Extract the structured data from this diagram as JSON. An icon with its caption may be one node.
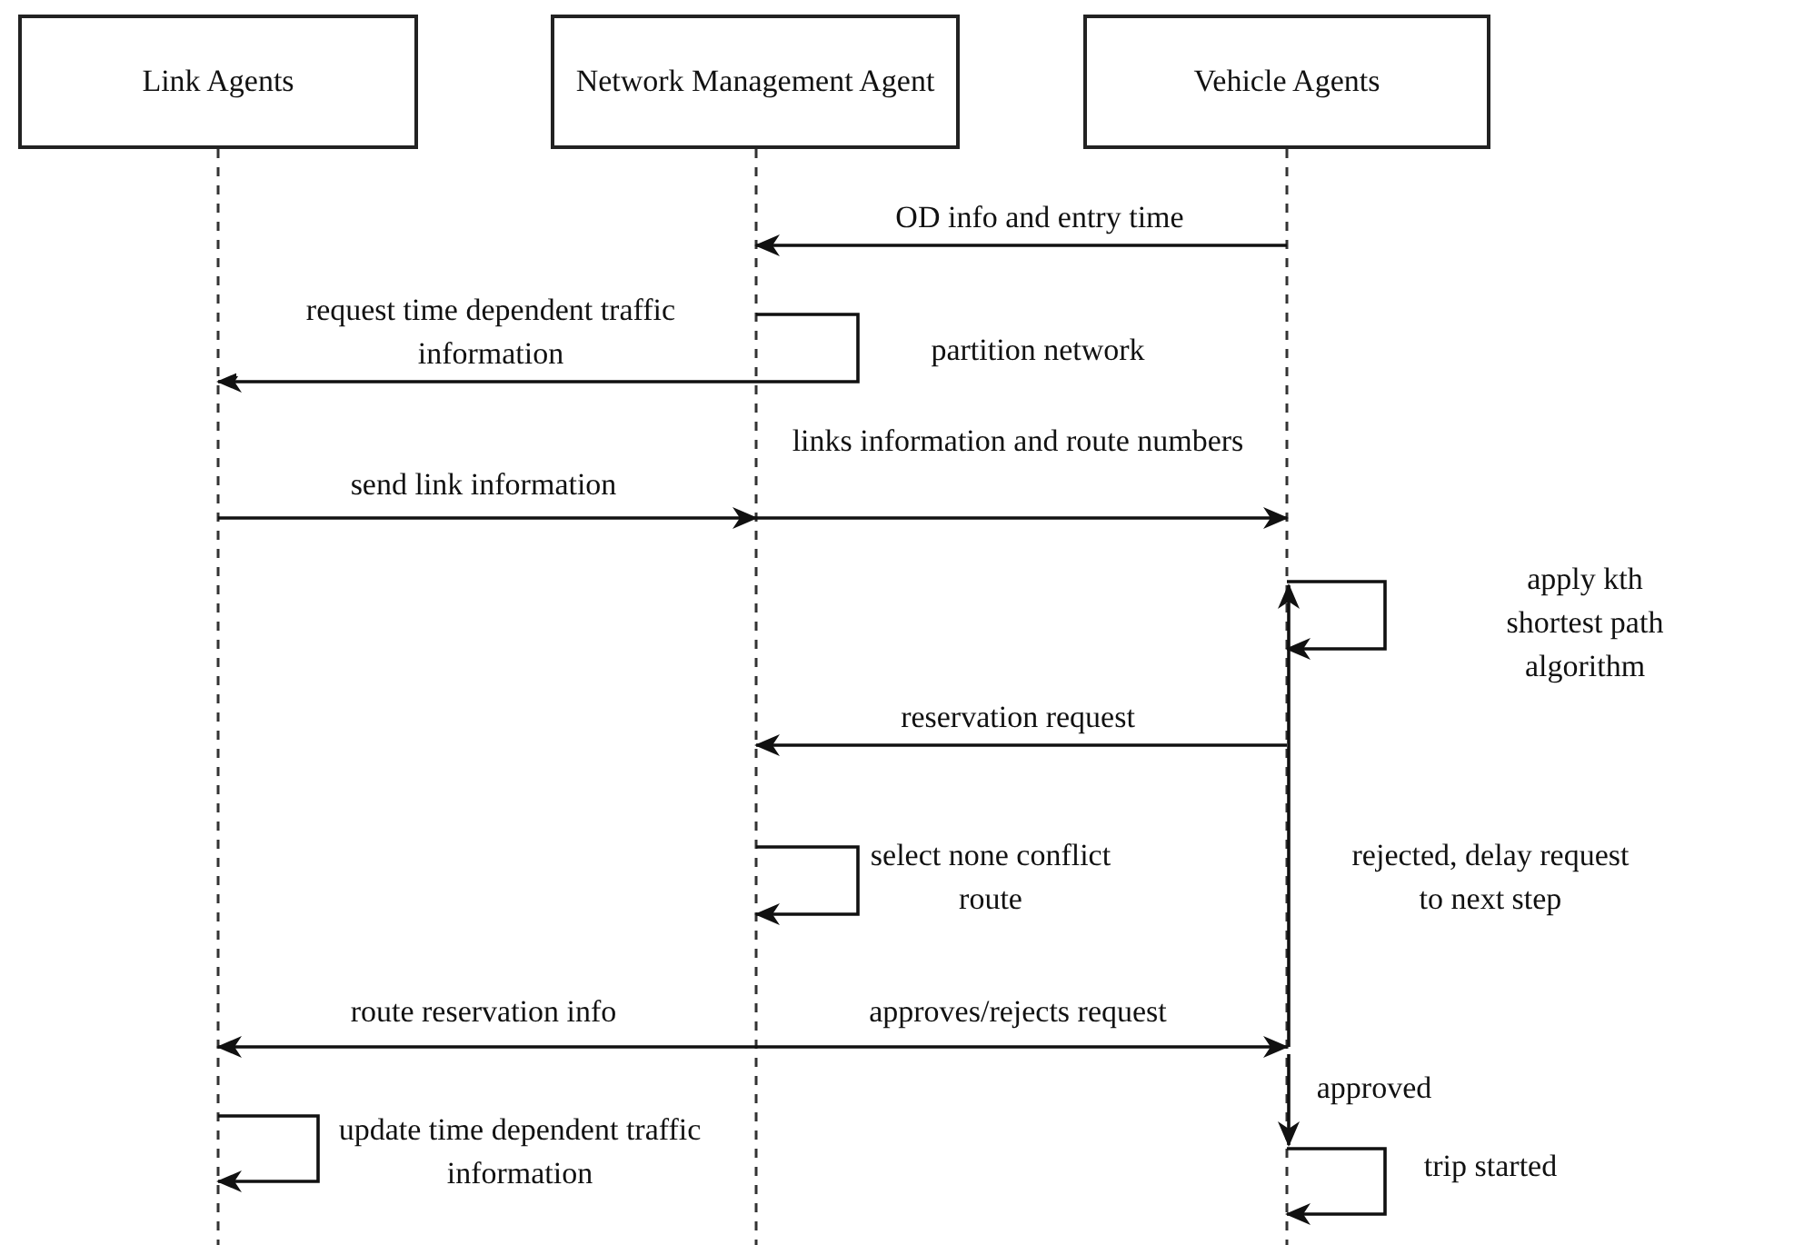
{
  "diagram": {
    "nodes": [
      {
        "text": [
          "Link Agents"
        ]
      },
      {
        "text": [
          "Network Management Agent"
        ]
      },
      {
        "text": [
          "Vehicle Agents"
        ]
      }
    ],
    "edges": [
      {
        "from": 2,
        "to": 1,
        "arrow": "to",
        "label": "OD info and entry time"
      },
      {
        "from": 1,
        "to": 0,
        "arrow": "to",
        "label": "request time dependent traffic information"
      },
      {
        "from": 0,
        "to": 1,
        "arrow": "to",
        "label": "send link information"
      },
      {
        "from": 1,
        "to": 2,
        "arrow": "to",
        "label": "links information and route numbers"
      },
      {
        "from": 2,
        "to": 2,
        "arrow": "to",
        "label": "apply kth shortest path algorithm"
      },
      {
        "from": 2,
        "to": 1,
        "arrow": "to",
        "label": "reservation request"
      },
      {
        "from": 1,
        "to": 1,
        "arrow": "to",
        "label": "select none conflict route"
      },
      {
        "from": 2,
        "to": 2,
        "arrow": "to",
        "label": "rejected, delay request to next step"
      },
      {
        "from": 1,
        "to": 0,
        "arrow": "to",
        "label": "route reservation info"
      },
      {
        "from": 1,
        "to": 2,
        "arrow": "to",
        "label": "approves/rejects request"
      },
      {
        "from": 2,
        "to": 2,
        "arrow": "to",
        "label": "approved"
      },
      {
        "from": 0,
        "to": 0,
        "arrow": "to",
        "label": "update time dependent traffic information"
      },
      {
        "from": 2,
        "to": 2,
        "arrow": "to",
        "label": "trip started"
      }
    ],
    "labels": [
      "partition network"
    ]
  }
}
